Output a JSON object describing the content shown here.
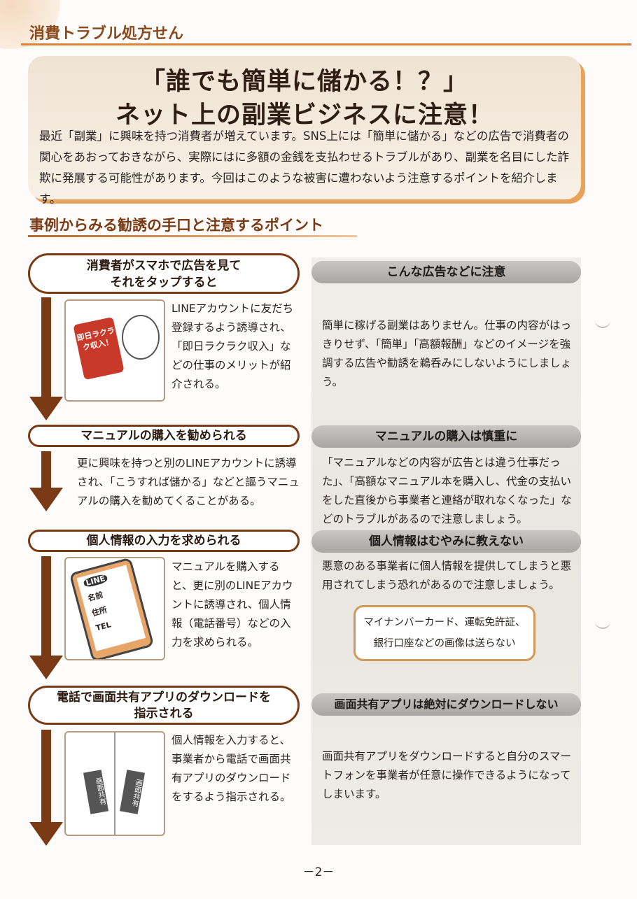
{
  "header": {
    "title": "消費トラブル処方せん"
  },
  "banner": {
    "headline_line1": "「誰でも簡単に儲かる！？」",
    "headline_line2": "ネット上の副業ビジネスに注意！",
    "intro": "最近「副業」に興味を持つ消費者が増えています。SNS上には「簡単に儲かる」などの広告で消費者の関心をあおっておきながら、実際にはに多額の金銭を支払わせるトラブルがあり、副業を名目にした詐欺に発展する可能性があります。今回はこのような被害に遭わないよう注意するポイントを紹介します。"
  },
  "section": {
    "title": "事例からみる勧誘の手口と注意するポイント"
  },
  "steps": [
    {
      "heading_line1": "消費者がスマホで広告を見て",
      "heading_line2": "それをタップすると",
      "text": "LINEアカウントに友だち登録するよう誘導され、「即日ラクラク収入」などの仕事のメリットが紹介される。",
      "illustration_label": "即日ラクラク収入！"
    },
    {
      "heading_line1": "マニュアルの購入を勧められる",
      "text": "更に興味を持つと別のLINEアカウントに誘導され、「こうすれば儲かる」などと謳うマニュアルの購入を勧めてくることがある。"
    },
    {
      "heading_line1": "個人情報の入力を求められる",
      "text": "マニュアルを購入すると、更に別のLINEアカウントに誘導され、個人情報（電話番号）などの入力を求められる。",
      "illustration_labels": [
        "LINE",
        "名前",
        "住所",
        "TEL"
      ]
    },
    {
      "heading_line1": "電話で画面共有アプリのダウンロードを",
      "heading_line2": "指示される",
      "text": "個人情報を入力すると、事業者から電話で画面共有アプリのダウンロードをするよう指示される。",
      "illustration_labels": [
        "画面共有",
        "画面共有"
      ]
    }
  ],
  "tips": [
    {
      "heading": "こんな広告などに注意",
      "text": "簡単に稼げる副業はありません。仕事の内容がはっきりせず、「簡単」「高額報酬」などのイメージを強調する広告や勧誘を鵜呑みにしないようにしましょう。"
    },
    {
      "heading": "マニュアルの購入は慎重に",
      "text": "「マニュアルなどの内容が広告とは違う仕事だった」、「高額なマニュアル本を購入し、代金の支払いをした直後から事業者と連絡が取れなくなった」などのトラブルがあるので注意しましょう。"
    },
    {
      "heading": "個人情報はむやみに教えない",
      "text": "悪意のある事業者に個人情報を提供してしまうと悪用されてしまう恐れがあるので注意しましょう。",
      "callout_line1": "マイナンバーカード、運転免許証、",
      "callout_line2": "銀行口座などの画像は送らない"
    },
    {
      "heading": "画面共有アプリは絶対にダウンロードしない",
      "text": "画面共有アプリをダウンロードすると自分のスマートフォンを事業者が任意に操作できるようになってしまいます。"
    }
  ],
  "footer": {
    "page_number": "－2－"
  },
  "colors": {
    "brown": "#7a3a14",
    "orange": "#e9a25a",
    "grey_header": "#b5b2af"
  }
}
